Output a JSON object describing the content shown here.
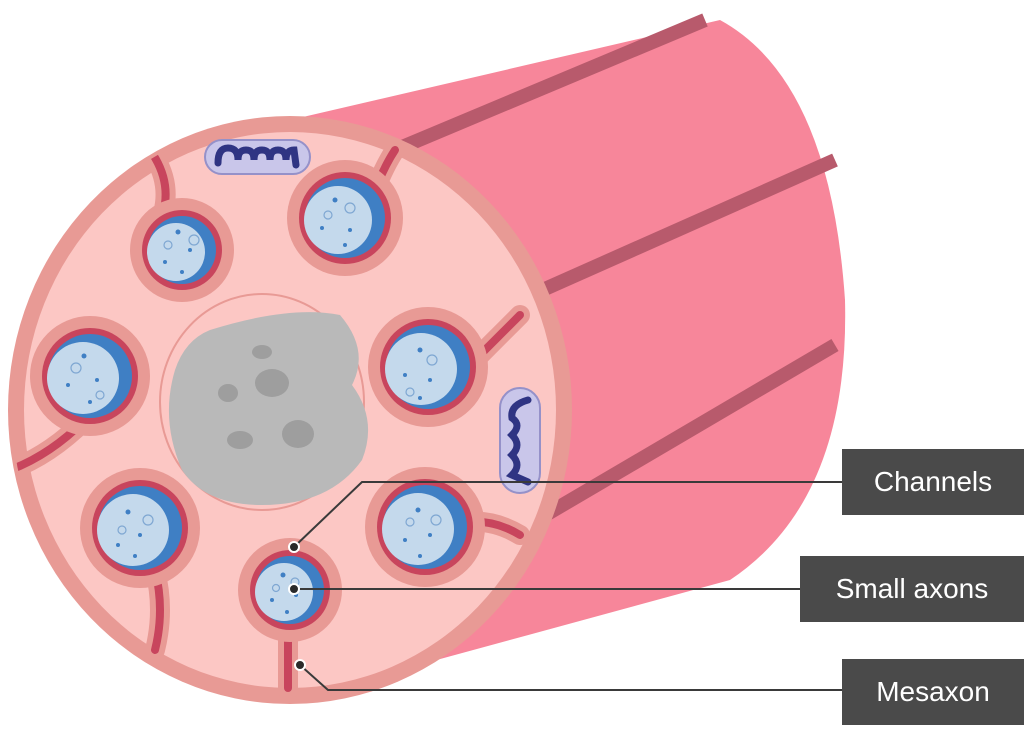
{
  "labels": {
    "channels": "Channels",
    "small_axons": "Small axons",
    "mesaxon": "Mesaxon"
  },
  "colors": {
    "cell_outer": "#f7869a",
    "cell_edge_stripe": "#b85a6c",
    "cross_section_fill": "#fcc7c4",
    "cross_section_rim": "#e89a95",
    "axon_fill": "#c4d9ec",
    "axon_cap": "#3f7fc4",
    "axon_ring": "#c8455d",
    "nucleus": "#b9b9b9",
    "mitochondria": "#c9c6ea",
    "mitochondria_cristae": "#2f3483",
    "label_bg": "#4a4a4a",
    "label_text": "#ffffff"
  },
  "icons": [
    "mitochondrion-icon",
    "nucleus-icon",
    "axon-icon"
  ]
}
